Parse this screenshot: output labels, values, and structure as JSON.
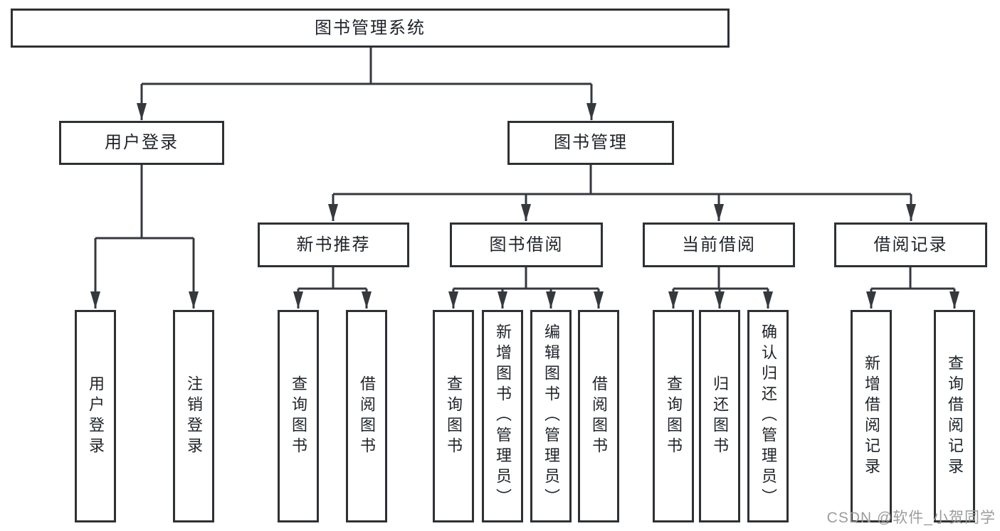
{
  "colors": {
    "line": "#35383c",
    "box_border": "#2e3134",
    "text": "#1f2328",
    "watermark": "#9c9c9c",
    "background": "#ffffff"
  },
  "tree": {
    "root": {
      "label": "图书管理系统"
    },
    "branches": [
      {
        "label": "用户登录",
        "children": [
          {
            "label": "用户登录"
          },
          {
            "label": "注销登录"
          }
        ]
      },
      {
        "label": "图书管理",
        "groups": [
          {
            "label": "新书推荐",
            "children": [
              {
                "label": "查询图书"
              },
              {
                "label": "借阅图书"
              }
            ]
          },
          {
            "label": "图书借阅",
            "children": [
              {
                "label": "查询图书"
              },
              {
                "label": "新增图书（管理员）"
              },
              {
                "label": "编辑图书（管理员）"
              },
              {
                "label": "借阅图书"
              }
            ]
          },
          {
            "label": "当前借阅",
            "children": [
              {
                "label": "查询图书"
              },
              {
                "label": "归还图书"
              },
              {
                "label": "确认归还（管理员）"
              }
            ]
          },
          {
            "label": "借阅记录",
            "children": [
              {
                "label": "新增借阅记录"
              },
              {
                "label": "查询借阅记录"
              }
            ]
          }
        ]
      }
    ]
  },
  "watermark": {
    "label": "CSDN @软件_小贺同学"
  }
}
